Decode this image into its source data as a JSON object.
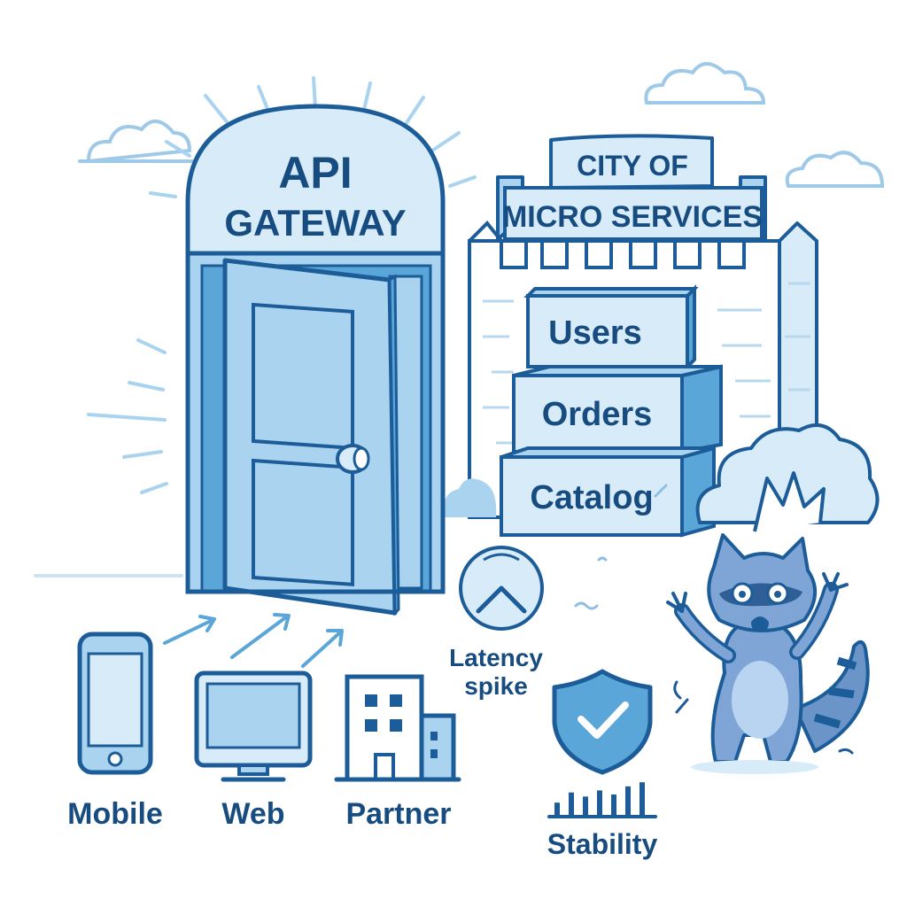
{
  "gateway": {
    "line1": "API",
    "line2": "GATEWAY"
  },
  "city_banner": {
    "line1": "CITY OF",
    "line2": "MICRO SERVICES"
  },
  "services": [
    {
      "label": "Users"
    },
    {
      "label": "Orders"
    },
    {
      "label": "Catalog"
    }
  ],
  "clients": [
    {
      "label": "Mobile",
      "icon": "mobile-phone-icon"
    },
    {
      "label": "Web",
      "icon": "monitor-icon"
    },
    {
      "label": "Partner",
      "icon": "building-icon"
    }
  ],
  "latency": {
    "line1": "Latency",
    "line2": "spike",
    "icon": "gauge-icon"
  },
  "stability": {
    "label": "Stability",
    "icon": "shield-check-icon",
    "bar_levels": [
      0.3,
      0.55,
      0.45,
      0.6,
      0.5,
      0.7,
      0.8
    ]
  },
  "colors": {
    "stroke": "#1c5d99",
    "fill_light": "#d7ebf8",
    "fill_mid": "#a9d3ef",
    "fill_dark": "#5aa6d8",
    "background": "#ffffff"
  }
}
